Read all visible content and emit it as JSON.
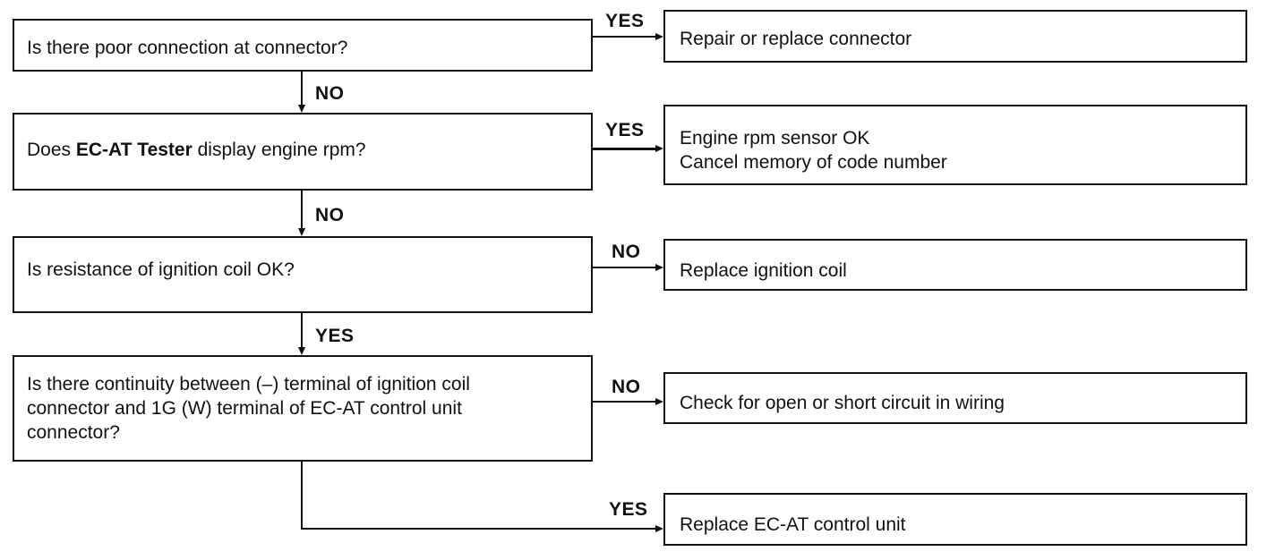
{
  "questions": {
    "q1": "Is there poor connection at connector?",
    "q2_pre": "Does ",
    "q2_bold": "EC-AT Tester",
    "q2_post": " display engine rpm?",
    "q3": "Is resistance of ignition coil OK?",
    "q4_line1": "Is there continuity between (–) terminal of ignition coil",
    "q4_line2": "connector and 1G (W) terminal of EC-AT control unit",
    "q4_line3": "connector?"
  },
  "actions": {
    "a1": "Repair or replace connector",
    "a2_line1": "Engine rpm sensor OK",
    "a2_line2": "Cancel memory of code number",
    "a3": "Replace ignition coil",
    "a4": "Check for open or short circuit in wiring",
    "a5": "Replace EC-AT control unit"
  },
  "labels": {
    "q1_right": "YES",
    "q1_down": "NO",
    "q2_right": "YES",
    "q2_down": "NO",
    "q3_right": "NO",
    "q3_down": "YES",
    "q4_right": "NO",
    "q4_down": "YES"
  }
}
